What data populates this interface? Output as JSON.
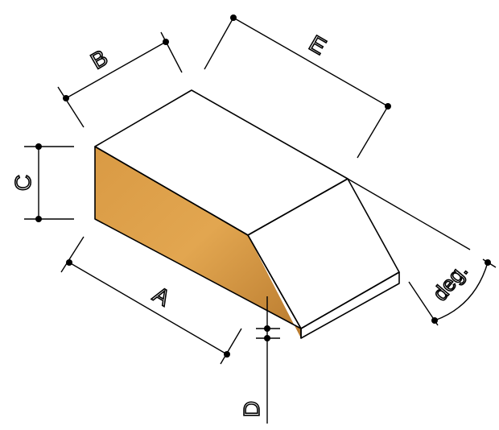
{
  "labels": {
    "a": "A",
    "b": "B",
    "c": "C",
    "d": "D",
    "e": "E",
    "deg": "deg."
  },
  "colors": {
    "top_center": "#f6c66e",
    "top_edge": "#c98a34",
    "side": "#c98a3c",
    "front_light": "#e6ad5a",
    "front_dark": "#a86a26",
    "lip": "#cf8e3a",
    "line": "#000000"
  }
}
